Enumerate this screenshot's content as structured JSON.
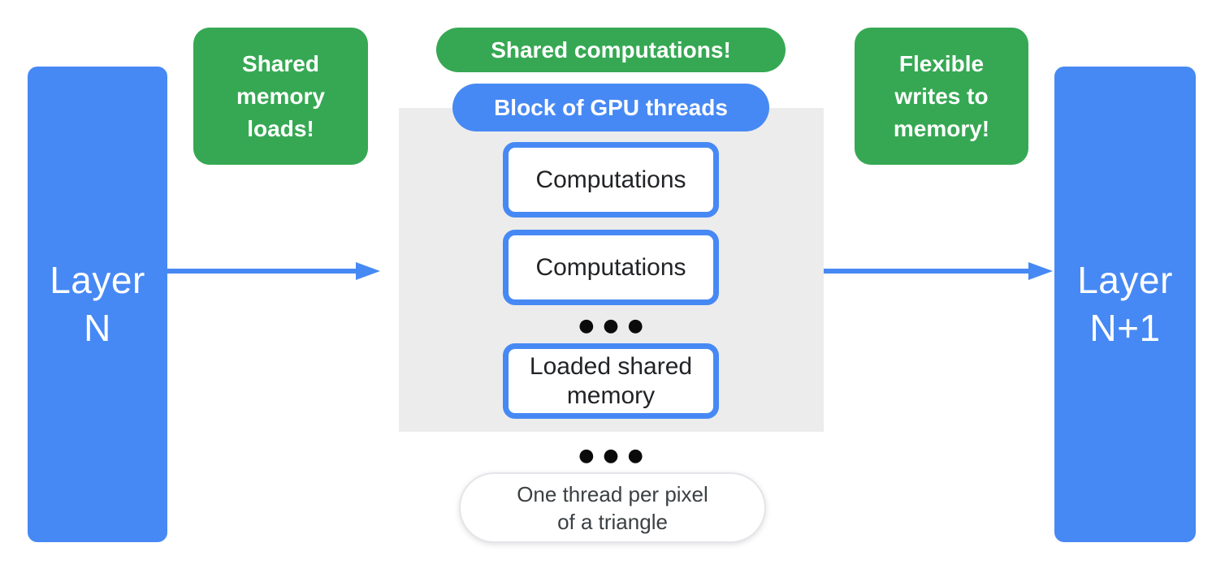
{
  "colors": {
    "blue": "#4789F4",
    "green": "#36A853",
    "panel": "#ECECEC",
    "ink": "#212326",
    "footnote_ink": "#3C4043",
    "pill_border": "#E3E5E9"
  },
  "layers": {
    "left_label": "Layer\nN",
    "right_label": "Layer\nN+1"
  },
  "annotations": {
    "left_note": "Shared\nmemory\nloads!",
    "top_note": "Shared computations!",
    "right_note": "Flexible\nwrites to\nmemory!"
  },
  "gpu_block": {
    "label": "Block of GPU threads",
    "boxes": [
      "Computations",
      "Computations",
      "Loaded shared\nmemory"
    ],
    "ellipsis": "●●●"
  },
  "footnote": {
    "ellipsis": "●●●",
    "label": "One thread per pixel\nof a triangle"
  }
}
